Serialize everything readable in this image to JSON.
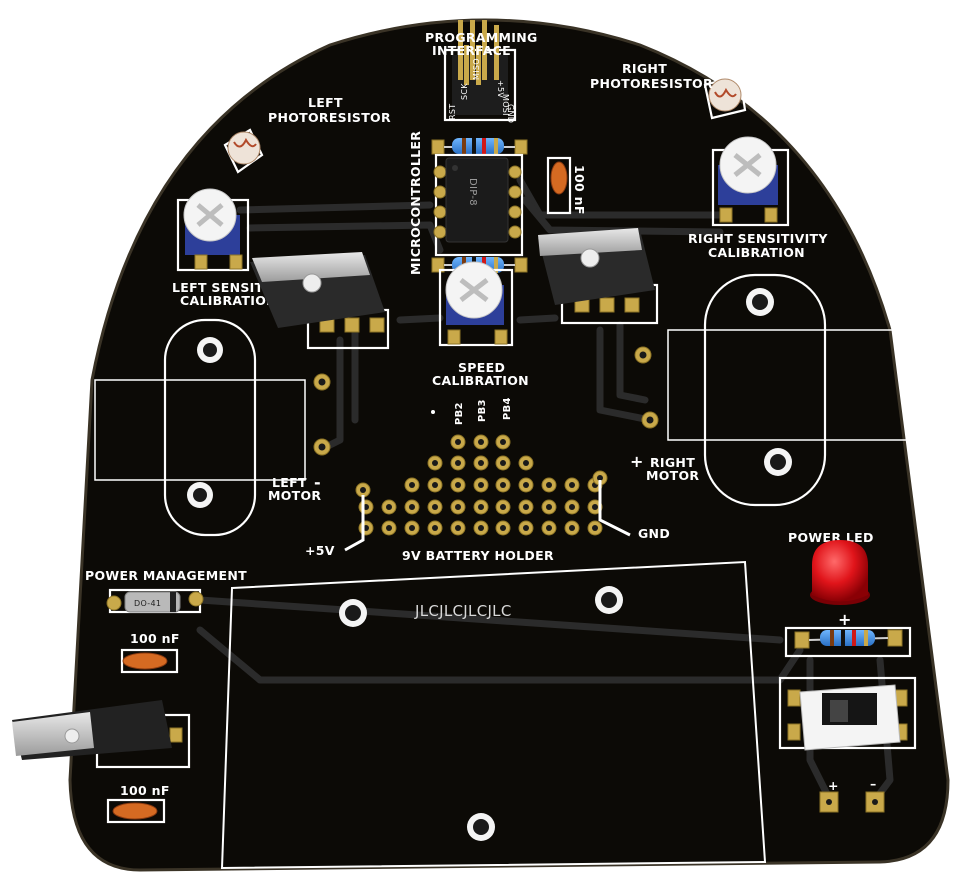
{
  "board": {
    "colors": {
      "board": "#0c0a06",
      "silkscreen": "#ffffff",
      "pad": "#c9a94a",
      "trace": "#2b2b2b",
      "trimmer_body": "#2d3f9a",
      "led": "#e0141a"
    },
    "labels": {
      "programming_line1": "PROGRAMMING",
      "programming_line2": "INTERFACE",
      "left_photo_line1": "LEFT",
      "left_photo_line2": "PHOTORESISTOR",
      "right_photo_line1": "RIGHT",
      "right_photo_line2": "PHOTORESISTOR",
      "microcontroller": "MICROCONTROLLER",
      "cap_top": "100 nF",
      "left_sens_line1": "LEFT SENSITIVITY",
      "left_sens_line2": "CALIBRATION",
      "right_sens_line1": "RIGHT SENSITIVITY",
      "right_sens_line2": "CALIBRATION",
      "speed_line1": "SPEED",
      "speed_line2": "CALIBRATION",
      "pb2": "PB2",
      "pb3": "PB3",
      "pb4": "PB4",
      "left_motor_line1": "LEFT",
      "left_motor_line2": "MOTOR",
      "left_motor_sign": "-",
      "right_motor_sign": "+",
      "right_motor_line1": "RIGHT",
      "right_motor_line2": "MOTOR",
      "plus5v": "+5V",
      "gnd": "GND",
      "battery_holder": "9V BATTERY HOLDER",
      "power_management": "POWER MANAGEMENT",
      "cap_left_1": "100 nF",
      "cap_left_2": "100 nF",
      "power_led": "POWER LED",
      "led_plus": "+",
      "jlc": "JLCJLCJLCJLC",
      "dip8": "DIP-8",
      "diode": "DO-41",
      "switch_plus": "+",
      "switch_minus": "–"
    },
    "header_pins": [
      "RST",
      "SCK",
      "MISO",
      "+5V",
      "MOSI",
      "GND"
    ]
  }
}
